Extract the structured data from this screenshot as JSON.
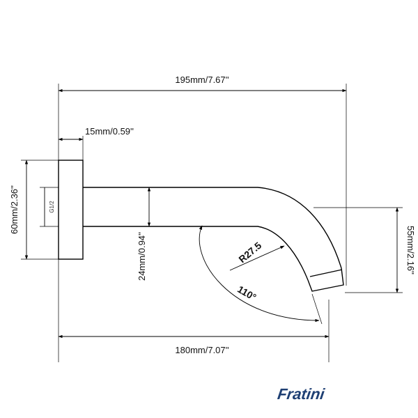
{
  "brand": {
    "logo_text": "Fratini",
    "logo_color": "#1e3f73"
  },
  "dimensions": {
    "total_length": "195mm/7.67''",
    "flange_thickness": "15mm/0.59''",
    "flange_height": "60mm/2.36''",
    "thread": "G1/2",
    "pipe_height": "24mm/0.94''",
    "bend_radius": "R27.5",
    "bend_angle": "110°",
    "outlet_drop": "55mm/2.16''",
    "projection": "180mm/7.07''"
  }
}
